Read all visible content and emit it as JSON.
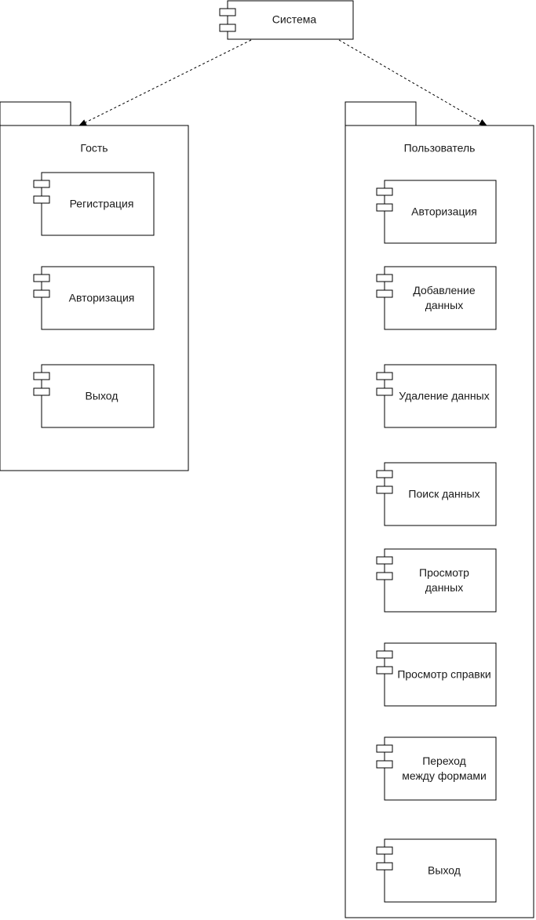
{
  "system": {
    "label": "Система"
  },
  "packages": [
    {
      "title": "Гость",
      "components": [
        {
          "lines": [
            "Регистрация"
          ]
        },
        {
          "lines": [
            "Авторизация"
          ]
        },
        {
          "lines": [
            "Выход"
          ]
        }
      ]
    },
    {
      "title": "Пользователь",
      "components": [
        {
          "lines": [
            "Авторизация"
          ]
        },
        {
          "lines": [
            "Добавление",
            "данных"
          ]
        },
        {
          "lines": [
            "Удаление данных"
          ]
        },
        {
          "lines": [
            "Поиск данных"
          ]
        },
        {
          "lines": [
            "Просмотр",
            "данных"
          ]
        },
        {
          "lines": [
            "Просмотр справки"
          ]
        },
        {
          "lines": [
            "Переход",
            "между формами"
          ]
        },
        {
          "lines": [
            "Выход"
          ]
        }
      ]
    }
  ],
  "colors": {
    "stroke": "#000000",
    "fill": "#ffffff",
    "text": "#1a1a1a"
  }
}
